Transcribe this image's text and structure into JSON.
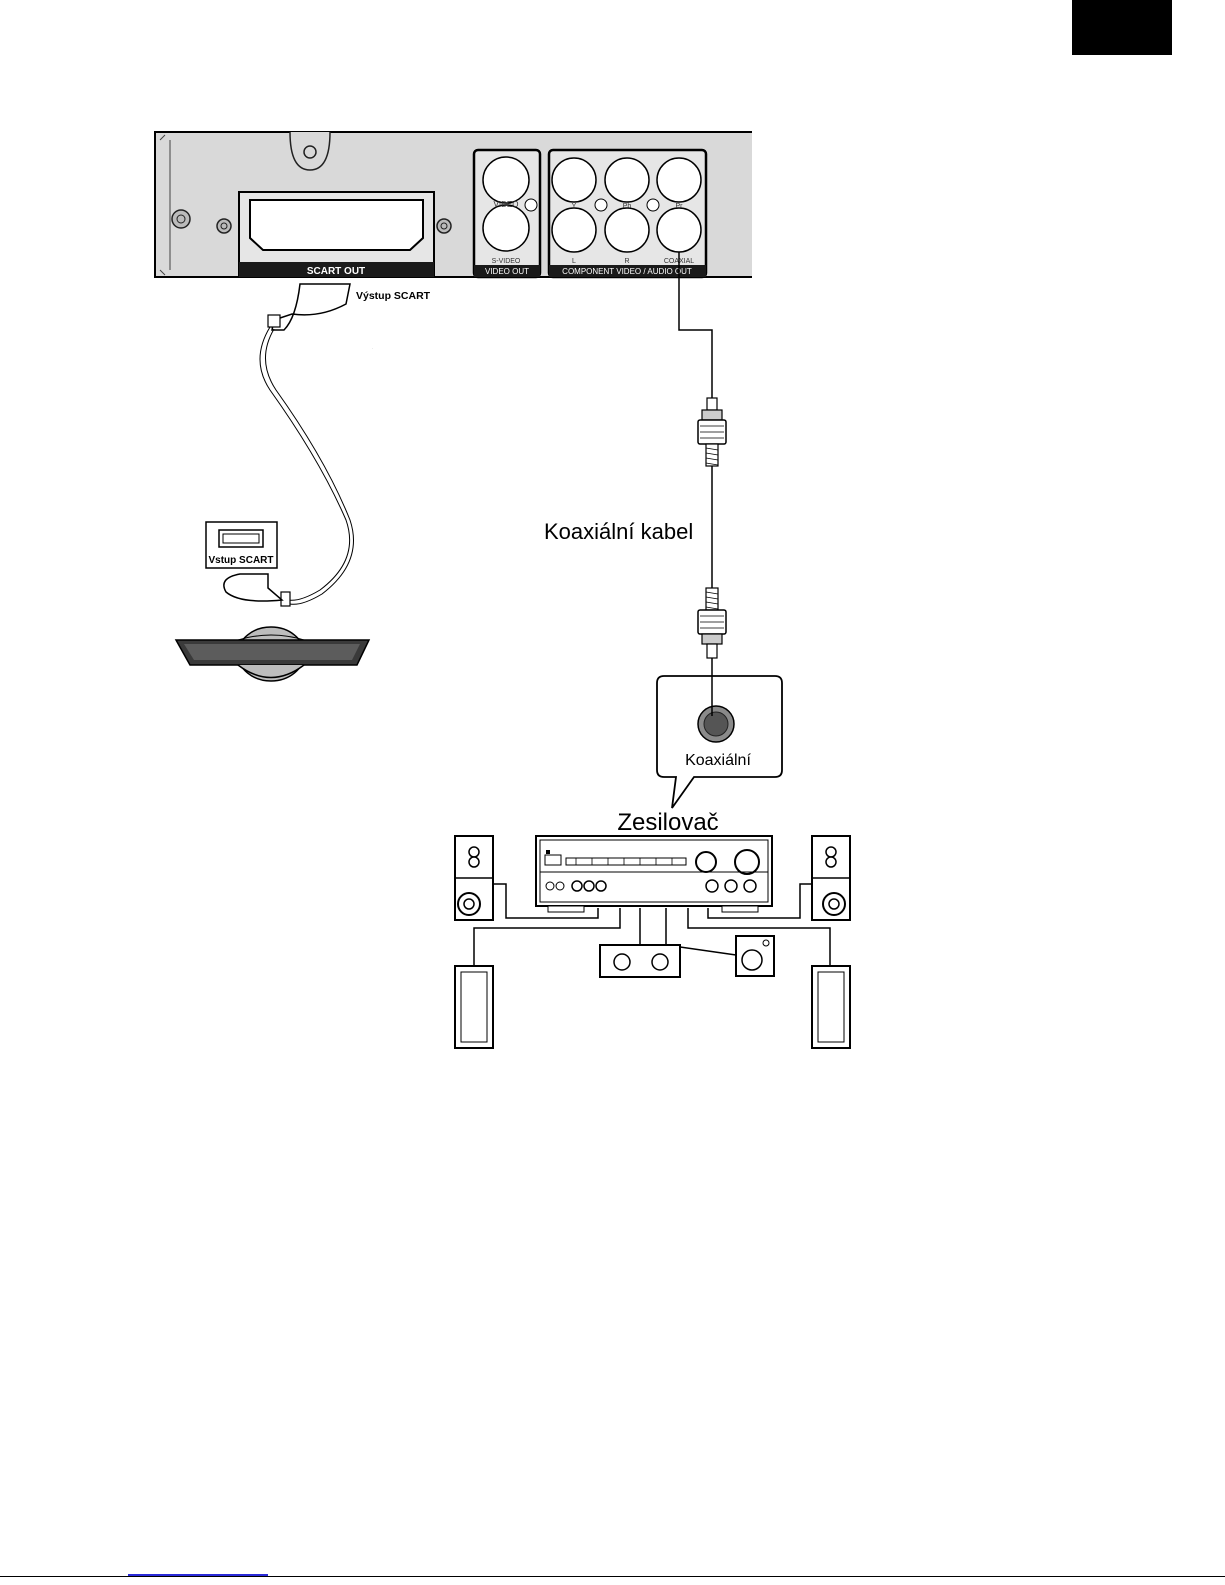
{
  "player": {
    "scart_out_label": "SCART OUT",
    "video_label": "VIDEO",
    "svideo_label": "S-VIDEO",
    "video_out_label": "VIDEO OUT",
    "y_label": "Y",
    "pb_label": "Pb",
    "pr_label": "Pr",
    "l_label": "L",
    "r_label": "R",
    "coaxial_port_label": "COAXIAL",
    "component_label": "COMPONENT VIDEO / AUDIO OUT"
  },
  "scart": {
    "output_label": "Výstup SCART",
    "input_label": "Vstup SCART"
  },
  "cable": {
    "label": "Koaxiální kabel"
  },
  "amplifier": {
    "coax_input_label": "Koaxiální",
    "title": "Zesilovač"
  },
  "colors": {
    "panel_fill": "#d9d9d9",
    "label_bar": "#1a1a1a",
    "accent_link": "#2b2bd9"
  }
}
